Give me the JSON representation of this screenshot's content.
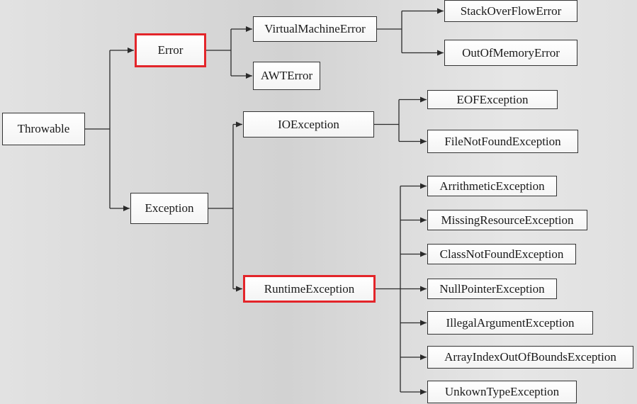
{
  "diagram": {
    "title": "",
    "accent_color": "#e3252a",
    "nodes": {
      "throwable": "Throwable",
      "error": "Error",
      "exception": "Exception",
      "virtual_machine_error": "VirtualMachineError",
      "awt_error": "AWTError",
      "stack_overflow_error": "StackOverFlowError",
      "out_of_memory_error": "OutOfMemoryError",
      "io_exception": "IOException",
      "eof_exception": "EOFException",
      "file_not_found_exception": "FileNotFoundException",
      "runtime_exception": "RuntimeException",
      "arithmetic_exception": "ArrithmeticException",
      "missing_resource_exception": "MissingResourceException",
      "class_not_found_exception": "ClassNotFoundException",
      "null_pointer_exception": "NullPointerException",
      "illegal_argument_exception": "IllegalArgumentException",
      "array_index_out_of_bounds_exception": "ArrayIndexOutOfBoundsException",
      "unknown_type_exception": "UnkownTypeException"
    },
    "highlighted": [
      "error",
      "runtime_exception"
    ],
    "edges": [
      [
        "throwable",
        "error"
      ],
      [
        "throwable",
        "exception"
      ],
      [
        "error",
        "virtual_machine_error"
      ],
      [
        "error",
        "awt_error"
      ],
      [
        "virtual_machine_error",
        "stack_overflow_error"
      ],
      [
        "virtual_machine_error",
        "out_of_memory_error"
      ],
      [
        "exception",
        "io_exception"
      ],
      [
        "exception",
        "runtime_exception"
      ],
      [
        "io_exception",
        "eof_exception"
      ],
      [
        "io_exception",
        "file_not_found_exception"
      ],
      [
        "runtime_exception",
        "arithmetic_exception"
      ],
      [
        "runtime_exception",
        "missing_resource_exception"
      ],
      [
        "runtime_exception",
        "class_not_found_exception"
      ],
      [
        "runtime_exception",
        "null_pointer_exception"
      ],
      [
        "runtime_exception",
        "illegal_argument_exception"
      ],
      [
        "runtime_exception",
        "array_index_out_of_bounds_exception"
      ],
      [
        "runtime_exception",
        "unknown_type_exception"
      ]
    ]
  }
}
